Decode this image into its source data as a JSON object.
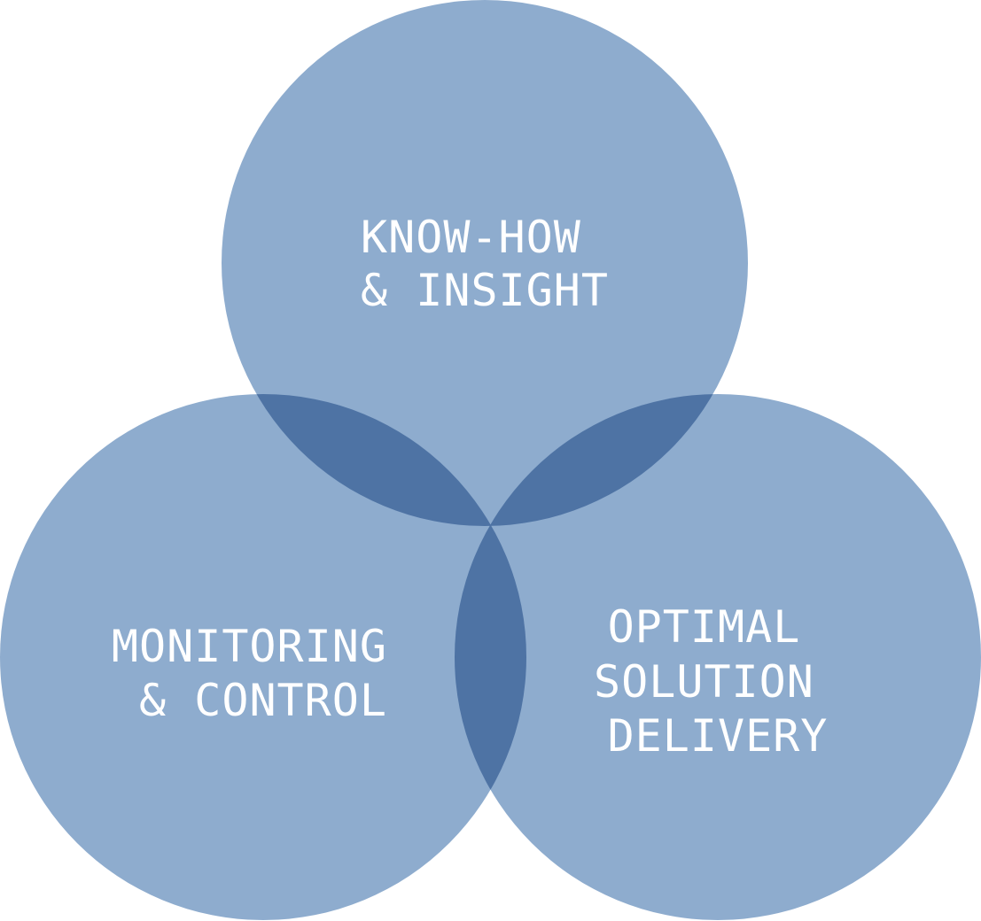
{
  "diagram": {
    "type": "venn-3",
    "colors": {
      "circle_fill": "#8eacce",
      "overlap_fill": "#4e73a4",
      "label_text": "#ffffff",
      "background": "#ffffff"
    },
    "circles": [
      {
        "id": "top",
        "label_lines": [
          "KNOW-HOW",
          "& INSIGHT"
        ]
      },
      {
        "id": "left",
        "label_lines": [
          "MONITORING",
          "& CONTROL"
        ]
      },
      {
        "id": "right",
        "label_lines": [
          "OPTIMAL",
          "SOLUTION",
          "DELIVERY"
        ]
      }
    ]
  }
}
